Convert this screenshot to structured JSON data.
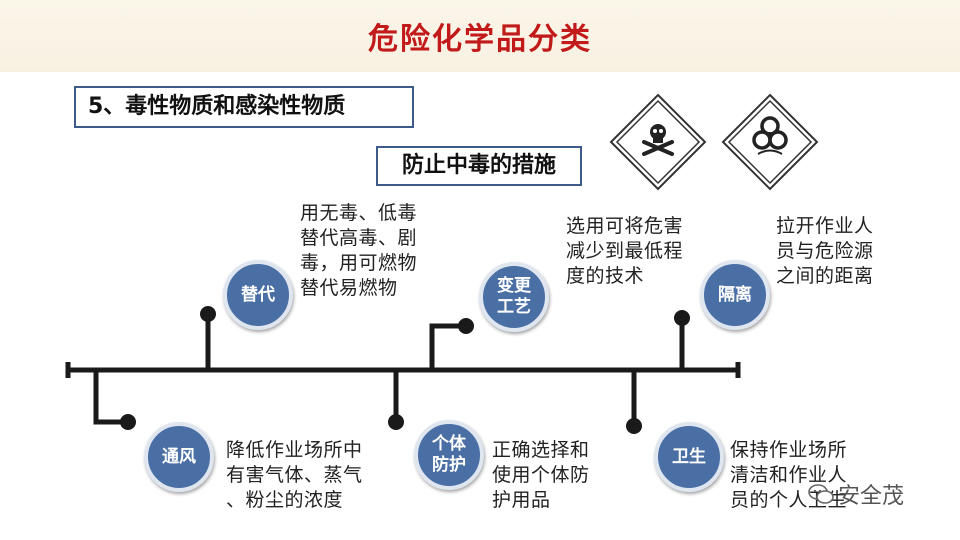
{
  "header": {
    "title": "危险化学品分类"
  },
  "section": {
    "title": "5、毒性物质和感染性物质"
  },
  "subtitle": "防止中毒的措施",
  "measures": [
    {
      "label": "替代",
      "desc": "用无毒、低毒\n替代高毒、剧\n毒，用可燃物\n替代易燃物"
    },
    {
      "label": "变更\n工艺",
      "desc": "选用可将危害\n减少到最低程\n度的技术"
    },
    {
      "label": "隔离",
      "desc": "拉开作业人\n员与危险源\n之间的距离"
    },
    {
      "label": "通风",
      "desc": "降低作业场所中\n有害气体、蒸气\n、粉尘的浓度"
    },
    {
      "label": "个体\n防护",
      "desc": "正确选择和\n使用个体防\n护用品"
    },
    {
      "label": "卫生",
      "desc": "保持作业场所\n清洁和作业人\n员的个人卫生"
    }
  ],
  "watermark": {
    "text": "安全茂",
    "icon": "wechat-icon"
  },
  "colors": {
    "title": "#c21a1a",
    "circle": "#4a6fa5",
    "line": "#1a1a1a",
    "border": "#3d5a8a"
  }
}
